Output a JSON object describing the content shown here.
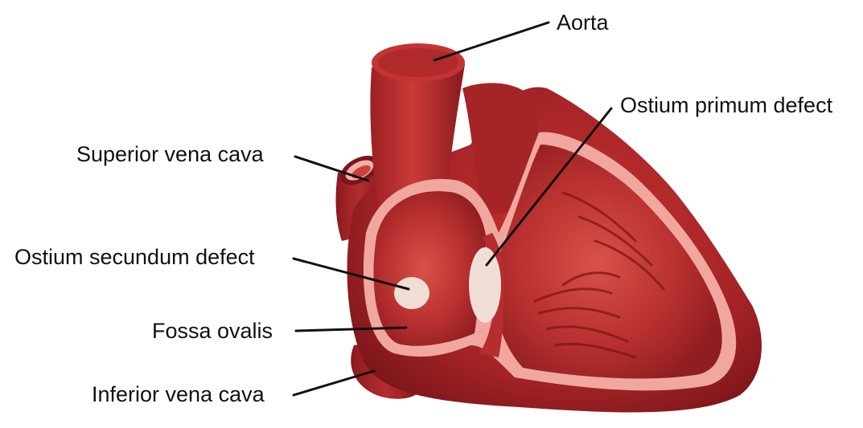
{
  "labels": {
    "aorta": "Aorta",
    "ostium_primum": "Ostium primum defect",
    "superior_vena_cava": "Superior vena cava",
    "ostium_secundum": "Ostium secundum defect",
    "fossa_ovalis": "Fossa ovalis",
    "inferior_vena_cava": "Inferior vena cava"
  },
  "colors": {
    "tissue_dark": "#8e1a1f",
    "tissue_mid": "#b52a2d",
    "tissue_light": "#d0453f",
    "endocardium": "#f0a7a0",
    "defect": "#f0ddd6",
    "leader": "#111111"
  }
}
